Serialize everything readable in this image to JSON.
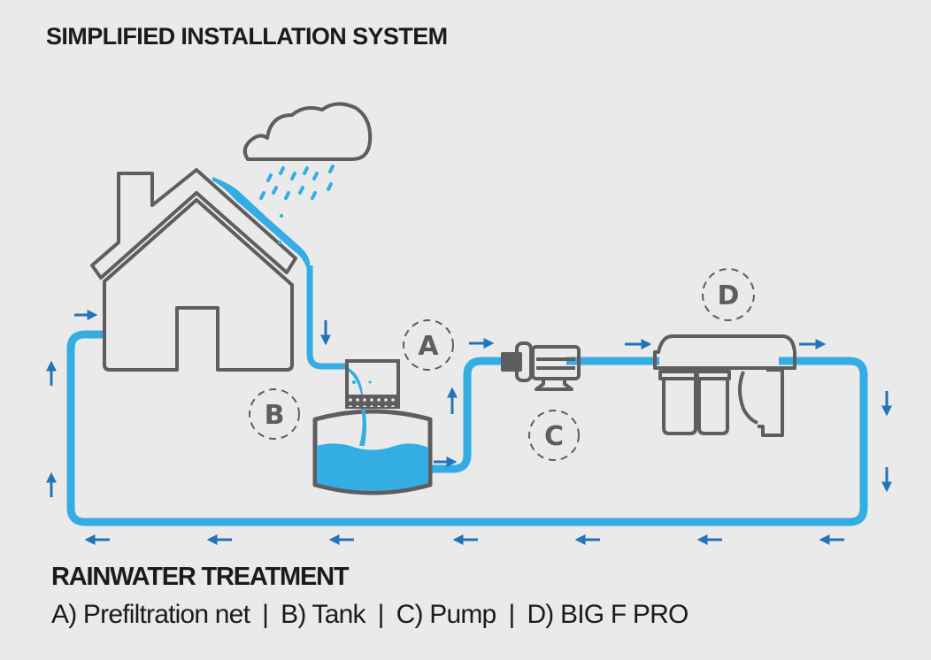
{
  "title": "SIMPLIFIED INSTALLATION SYSTEM",
  "legend": {
    "heading": "RAINWATER TREATMENT",
    "items": [
      {
        "key": "A",
        "text": "A) Prefiltration net"
      },
      {
        "key": "B",
        "text": "B) Tank"
      },
      {
        "key": "C",
        "text": "C) Pump"
      },
      {
        "key": "D",
        "text": "D) BIG F PRO"
      }
    ],
    "separator": "|"
  },
  "badges": {
    "a": "A",
    "b": "B",
    "c": "C",
    "d": "D"
  },
  "colors": {
    "background": "#eaeaea",
    "pipe": "#34ade3",
    "arrow": "#2174bb",
    "outline": "#5f5d5e",
    "water": "#34ade3",
    "text": "#1e1a1a"
  }
}
